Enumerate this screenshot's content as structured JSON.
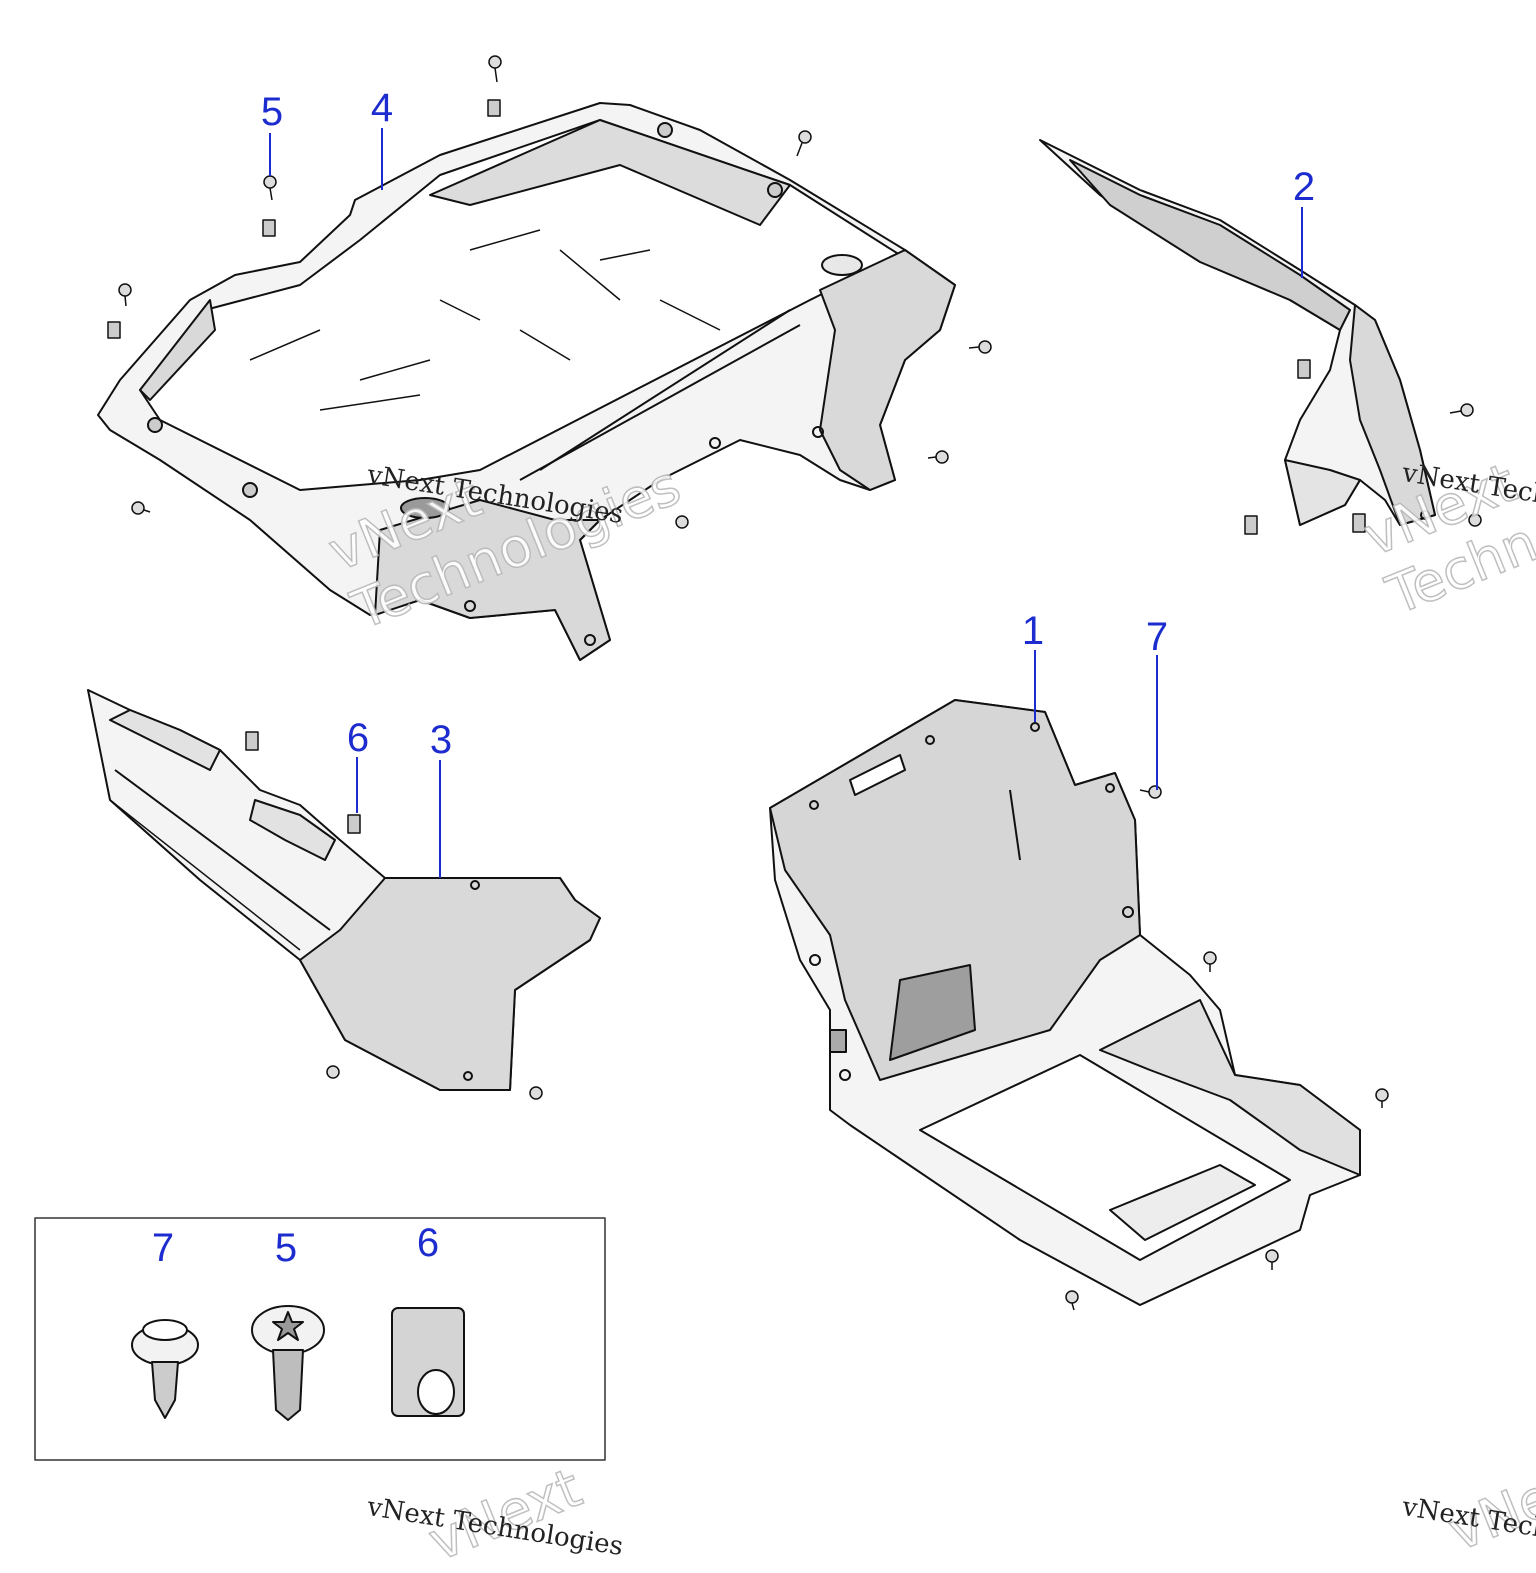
{
  "callouts": {
    "c1": "1",
    "c2": "2",
    "c3": "3",
    "c4": "4",
    "c5": "5",
    "c6": "6",
    "c7": "7"
  },
  "legend": {
    "screw_label": "7",
    "bolt_label": "5",
    "clip_label": "6"
  },
  "watermark": {
    "line": "vNext Technologies",
    "word1": "vNext",
    "word2": "Technologies"
  },
  "colors": {
    "callout": "#1c2ccf",
    "part_fill": "#d9d9d9",
    "part_light": "#f4f4f4",
    "outline": "#111111"
  }
}
